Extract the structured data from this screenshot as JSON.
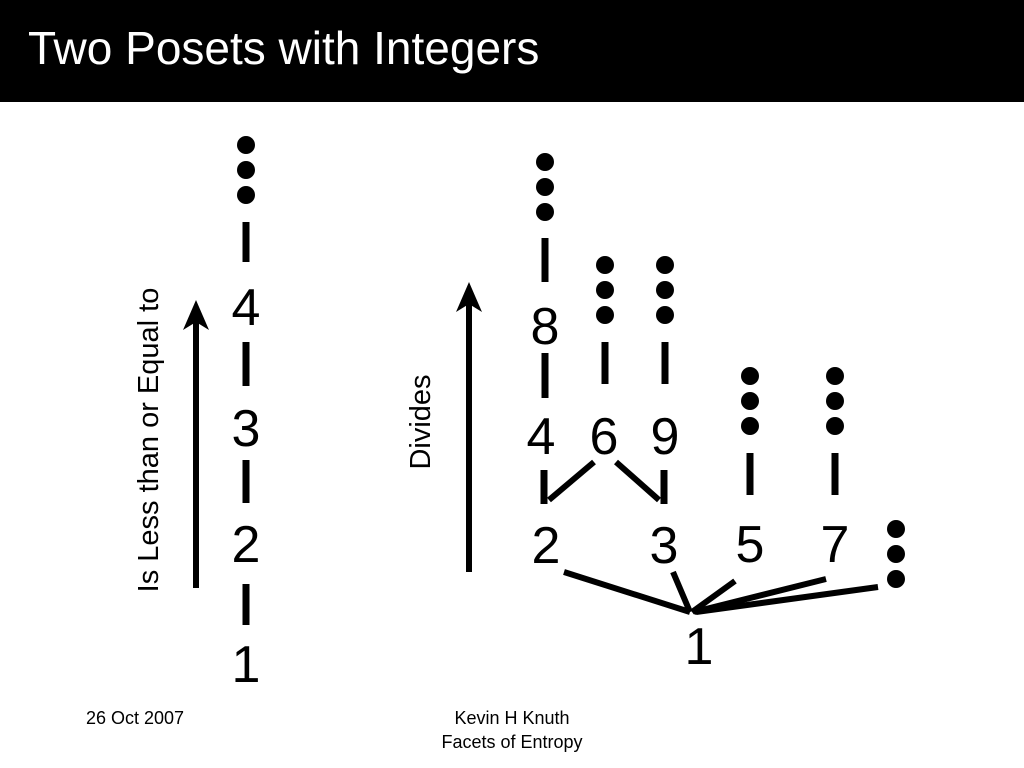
{
  "slide": {
    "title": "Two Posets with Integers",
    "colors": {
      "title_bar": "#000000",
      "title_text": "#ffffff",
      "ink": "#000000",
      "background": "#ffffff"
    }
  },
  "left_poset": {
    "axis_label": "Is Less than or Equal to",
    "nodes": [
      "1",
      "2",
      "3",
      "4"
    ]
  },
  "right_poset": {
    "axis_label": "Divides",
    "nodes": [
      "1",
      "2",
      "3",
      "5",
      "7",
      "4",
      "6",
      "9",
      "8"
    ]
  },
  "footer": {
    "date": "26 Oct 2007",
    "author": "Kevin H Knuth",
    "talk": "Facets of Entropy"
  }
}
